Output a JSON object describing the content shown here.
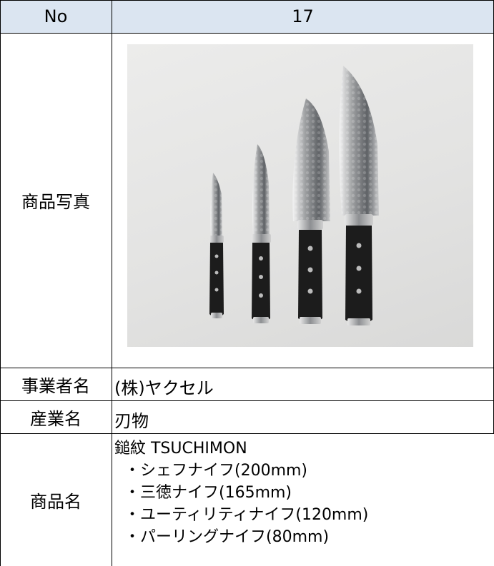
{
  "rows": {
    "no": {
      "label": "No",
      "value": "17"
    },
    "photo": {
      "label": "商品写真"
    },
    "company": {
      "label": "事業者名",
      "value": "(株)ヤクセル"
    },
    "industry": {
      "label": "産業名",
      "value": "刃物"
    },
    "product": {
      "label": "商品名",
      "title": "鎚紋 TSUCHIMON",
      "items": [
        "・シェフナイフ(200mm)",
        "・三徳ナイフ(165mm)",
        "・ユーティリティナイフ(120mm)",
        "・パーリングナイフ(80mm)"
      ]
    }
  },
  "colors": {
    "header_bg": "#dbe5f1",
    "border": "#000000",
    "photo_bg": "#e6e6e5",
    "handle": "#1a1a1a"
  },
  "photo_content": {
    "subject": "four-knives-icon",
    "knife_count": 4
  }
}
